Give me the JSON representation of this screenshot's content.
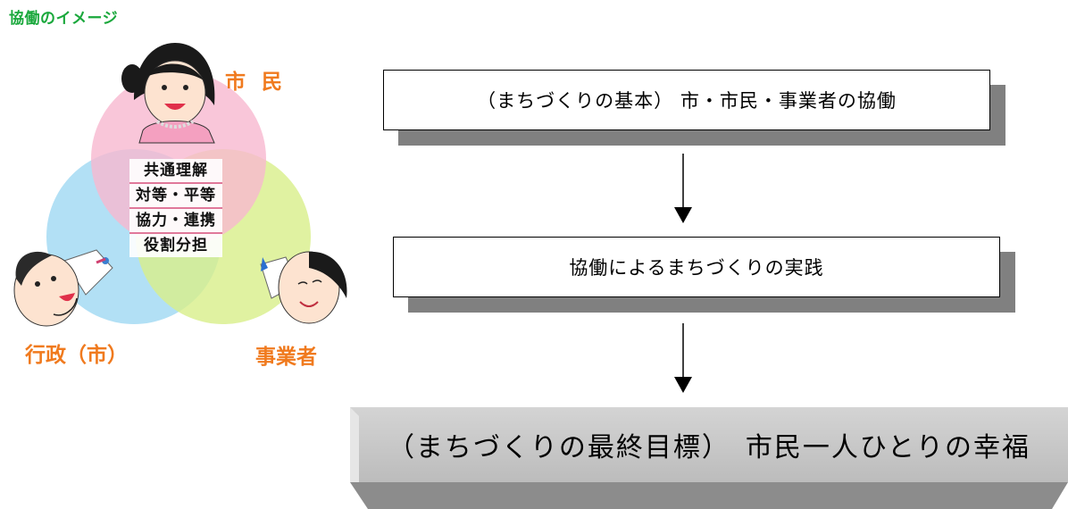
{
  "venn": {
    "title": "協働のイメージ",
    "labels": {
      "citizen": "市民",
      "administration": "行政（市）",
      "business": "事業者"
    },
    "center_lines": [
      "共通理解",
      "対等・平等",
      "協力・連携",
      "役割分担"
    ],
    "colors": {
      "citizen": "#f7b8d0",
      "administration": "#9fd8f2",
      "business": "#d8ef8a",
      "label": "#f07a1e",
      "title": "#1aa83c"
    }
  },
  "flow": {
    "step1": "（まちづくりの基本） 市・市民・事業者の協働",
    "step2": "協働によるまちづくりの実践",
    "goal": "（まちづくりの最終目標）　市民一人ひとりの幸福"
  }
}
